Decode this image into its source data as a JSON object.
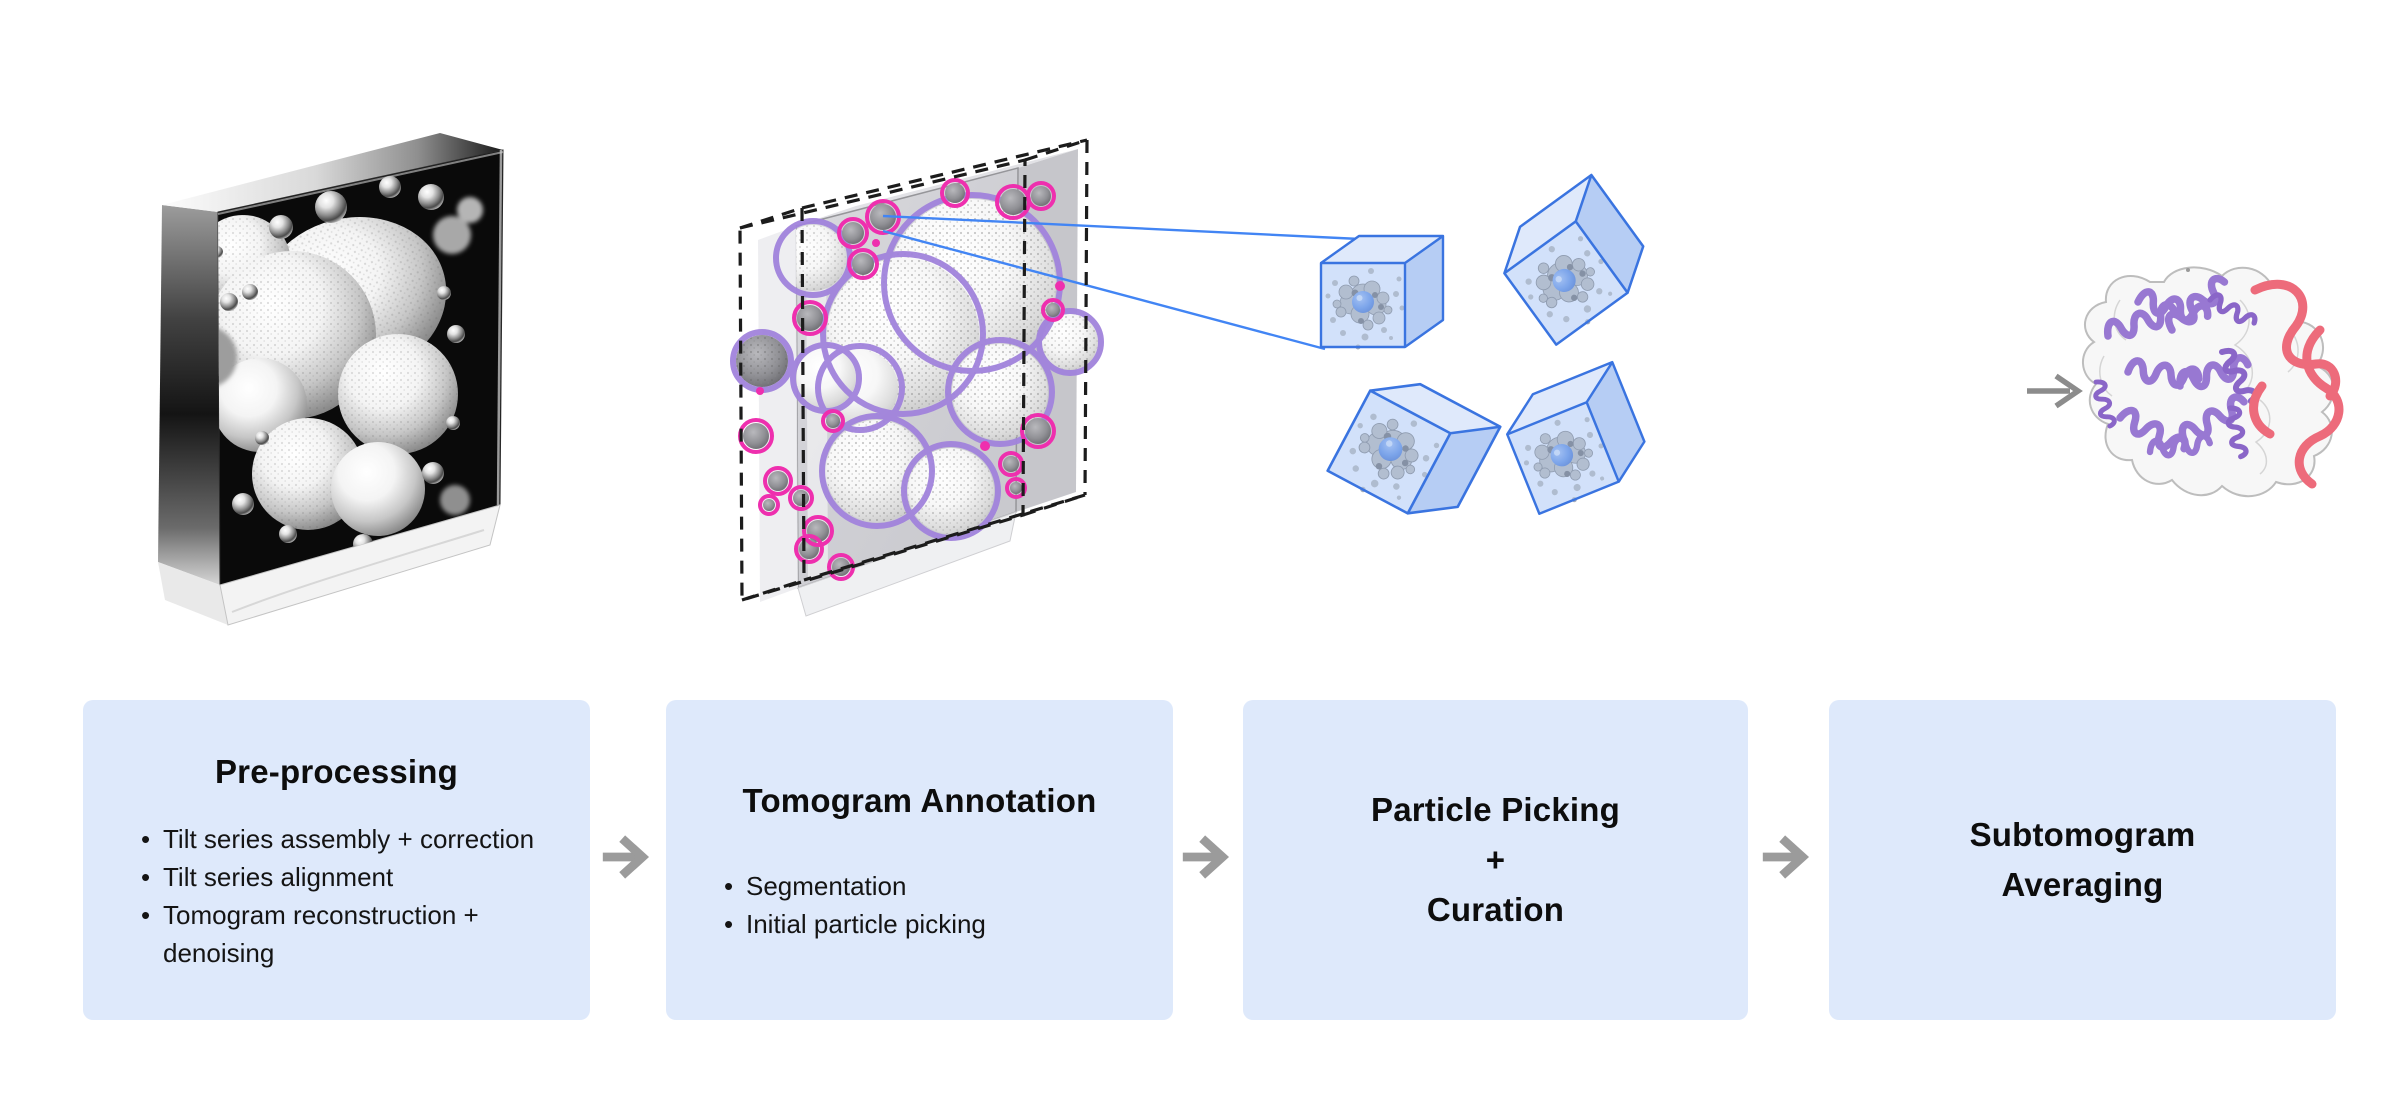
{
  "colors": {
    "background": "#ffffff",
    "step_box_bg": "#dee9fb",
    "step_text": "#111111",
    "flow_arrow": "#9b9b9b",
    "annotation_circle_large": "#a183dc",
    "annotation_circle_small": "#ee2fae",
    "projection_line": "#4285f4",
    "subtomogram_cube": "#3a74e0",
    "protein_ribbon_purple": "#9878d2",
    "protein_ribbon_red": "#ed6b7b"
  },
  "icons": {
    "flow_arrow": "arrow-right-icon",
    "protein_arrow": "arrow-right-icon"
  },
  "illustrations": {
    "stage1": "tomogram-glass-block",
    "stage2": "annotated-tomogram-block",
    "stage3": "extracted-subtomogram-cubes",
    "stage4": "averaged-protein-structure"
  },
  "steps": [
    {
      "title_lines": [
        "Pre-processing"
      ],
      "bullets": [
        "Tilt series assembly + correction",
        "Tilt series alignment",
        "Tomogram reconstruction + denoising"
      ]
    },
    {
      "title_lines": [
        "Tomogram Annotation"
      ],
      "bullets": [
        "Segmentation",
        "Initial particle picking"
      ]
    },
    {
      "title_lines": [
        "Particle Picking",
        "+",
        "Curation"
      ],
      "bullets": []
    },
    {
      "title_lines": [
        "Subtomogram",
        "Averaging"
      ],
      "bullets": []
    }
  ]
}
